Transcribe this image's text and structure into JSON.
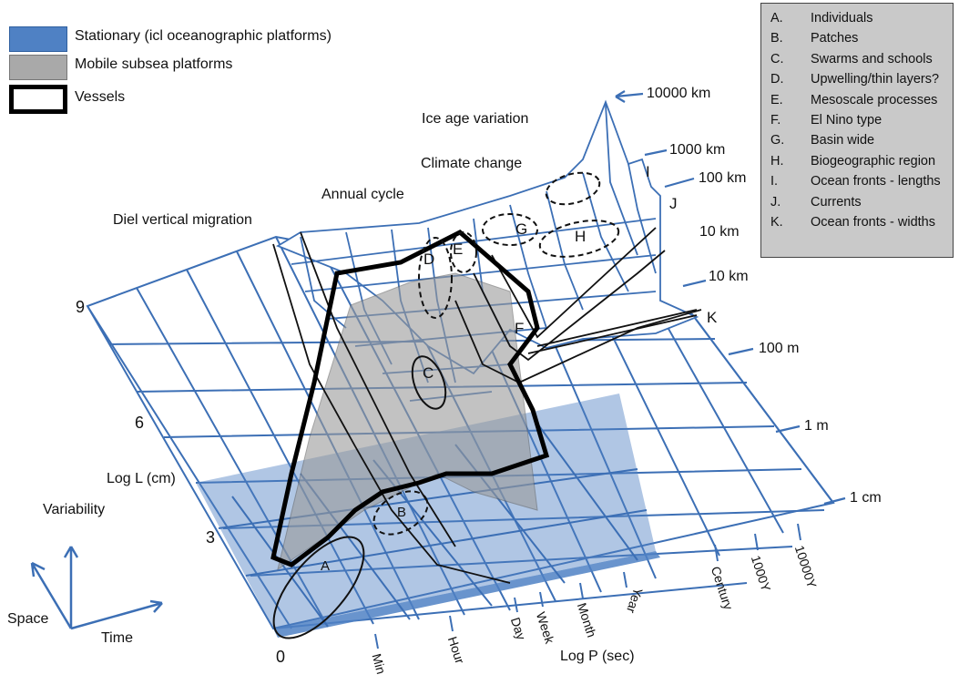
{
  "legend": {
    "stationary": "Stationary (icl oceanographic platforms)",
    "mobile": "Mobile subsea platforms",
    "vessels": "Vessels",
    "colors": {
      "stationary": "#4f81c4",
      "mobile": "#a9a9a9",
      "vessels": "#000000"
    }
  },
  "abbreviations": [
    {
      "key": "A.",
      "value": "Individuals"
    },
    {
      "key": "B.",
      "value": "Patches"
    },
    {
      "key": "C.",
      "value": "Swarms and schools"
    },
    {
      "key": "D.",
      "value": "Upwelling/thin layers?"
    },
    {
      "key": "E.",
      "value": "Mesoscale processes"
    },
    {
      "key": "F.",
      "value": "El Nino type"
    },
    {
      "key": "G.",
      "value": "Basin wide"
    },
    {
      "key": "H.",
      "value": "Biogeographic region"
    },
    {
      "key": "I.",
      "value": "Ocean fronts - lengths"
    },
    {
      "key": "J.",
      "value": "Currents"
    },
    {
      "key": "K.",
      "value": "Ocean fronts - widths"
    }
  ],
  "process_labels": {
    "ice_age": "Ice age variation",
    "climate": "Climate change",
    "annual": "Annual cycle",
    "diel": "Diel vertical migration"
  },
  "scale_labels": [
    "10000 km",
    "1000 km",
    "100 km",
    "10 km",
    "10 km",
    "100 m",
    "1 m",
    "1 cm"
  ],
  "region_letters": [
    "A",
    "B",
    "C",
    "D",
    "E",
    "F",
    "G",
    "H",
    "I",
    "J",
    "K"
  ],
  "axes": {
    "log_l_label": "Log L (cm)",
    "log_l_ticks": [
      "9",
      "6",
      "3",
      "0"
    ],
    "log_p_label": "Log P (sec)",
    "time_ticks": [
      "Min",
      "Hour",
      "Day",
      "Week",
      "Month",
      "Year",
      "Century",
      "1000Y",
      "10000Y"
    ],
    "variability": "Variability",
    "space": "Space",
    "time": "Time"
  }
}
